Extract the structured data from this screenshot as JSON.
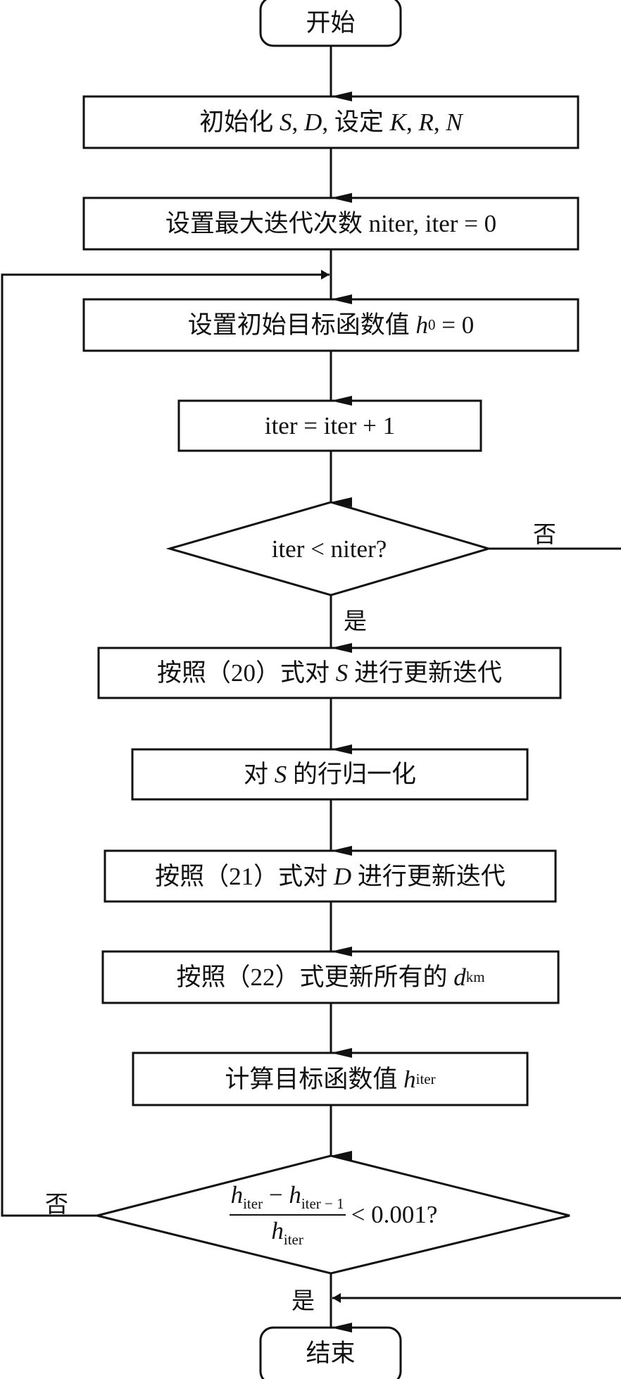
{
  "start": "开始",
  "end": "结束",
  "box1": {
    "a": "初始化 ",
    "S": "S",
    ", ": ", ",
    "D": "D",
    "b": ", 设定 ",
    "K": "K",
    "c": ", ",
    "R": "R",
    "d": ", ",
    "N": "N"
  },
  "box2": "设置最大迭代次数 niter, iter = 0",
  "box3": {
    "a": "设置初始目标函数值 ",
    "h": "h",
    "sub": "0",
    "b": " = 0"
  },
  "box4": "iter = iter + 1",
  "decision1": "iter < niter?",
  "decision1_no": "否",
  "decision1_yes": "是",
  "box5": {
    "a": "按照（20）式对 ",
    "S": "S",
    "b": " 进行更新迭代"
  },
  "box6": {
    "a": "对 ",
    "S": "S",
    "b": " 的行归一化"
  },
  "box7": {
    "a": "按照（21）式对 ",
    "D": "D",
    "b": " 进行更新迭代"
  },
  "box8": {
    "a": "按照（22）式更新所有的 ",
    "d": "d",
    "sub": "km"
  },
  "box9": {
    "a": "计算目标函数值 ",
    "h": "h",
    "sub": "iter"
  },
  "decision2": {
    "h1": "h",
    "s1": "iter",
    "minus": " − ",
    "h2": "h",
    "s2": "iter − 1",
    "h3": "h",
    "s3": "iter",
    "rest": "< 0.001?"
  },
  "decision2_no": "否",
  "decision2_yes": "是"
}
